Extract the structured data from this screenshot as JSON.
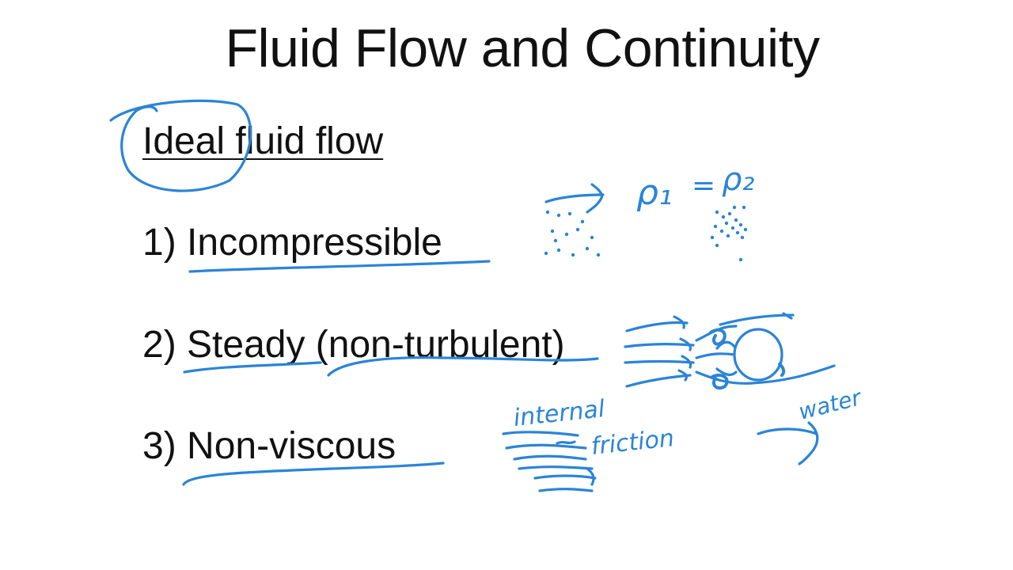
{
  "slide": {
    "title": "Fluid Flow and Continuity",
    "heading": "Ideal fluid flow",
    "items": [
      {
        "number": "1)",
        "label": "Incompressible"
      },
      {
        "number": "2)",
        "label": "Steady (non-turbulent)"
      },
      {
        "number": "3)",
        "label": "Non-viscous"
      }
    ]
  },
  "annotations": {
    "ink_color": "#2b84d6",
    "density_1": "ρ₁",
    "equals": "=",
    "density_2": "ρ₂",
    "word_internal": "internal",
    "word_friction": "friction",
    "word_water": "water"
  }
}
